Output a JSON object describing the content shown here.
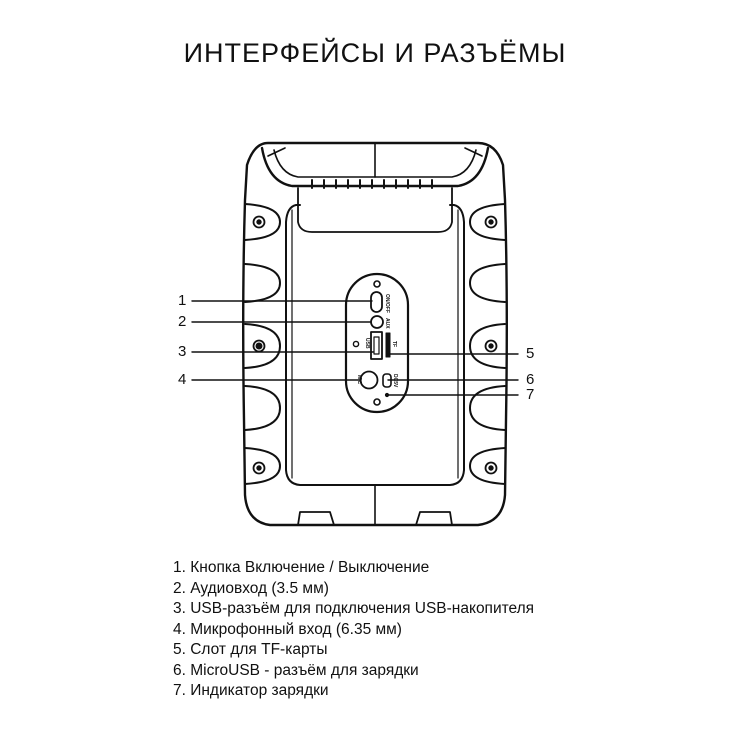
{
  "title": "ИНТЕРФЕЙСЫ И РАЗЪЁМЫ",
  "callouts": [
    "1",
    "2",
    "3",
    "4",
    "5",
    "6",
    "7"
  ],
  "panel_labels": {
    "on_off": "ON/OFF",
    "aux": "AUX",
    "usb": "USB",
    "tf": "TF",
    "mic": "MIC",
    "dc5v": "DC5V"
  },
  "legend": [
    "1. Кнопка Включение / Выключение",
    "2. Аудиовход (3.5 мм)",
    "3. USB-разъём для подключения USB-накопителя",
    "4. Микрофонный вход (6.35 мм)",
    "5. Слот для TF-карты",
    "6. MicroUSB - разъём для зарядки",
    "7. Индикатор зарядки"
  ],
  "colors": {
    "stroke": "#111111",
    "background": "#ffffff"
  }
}
